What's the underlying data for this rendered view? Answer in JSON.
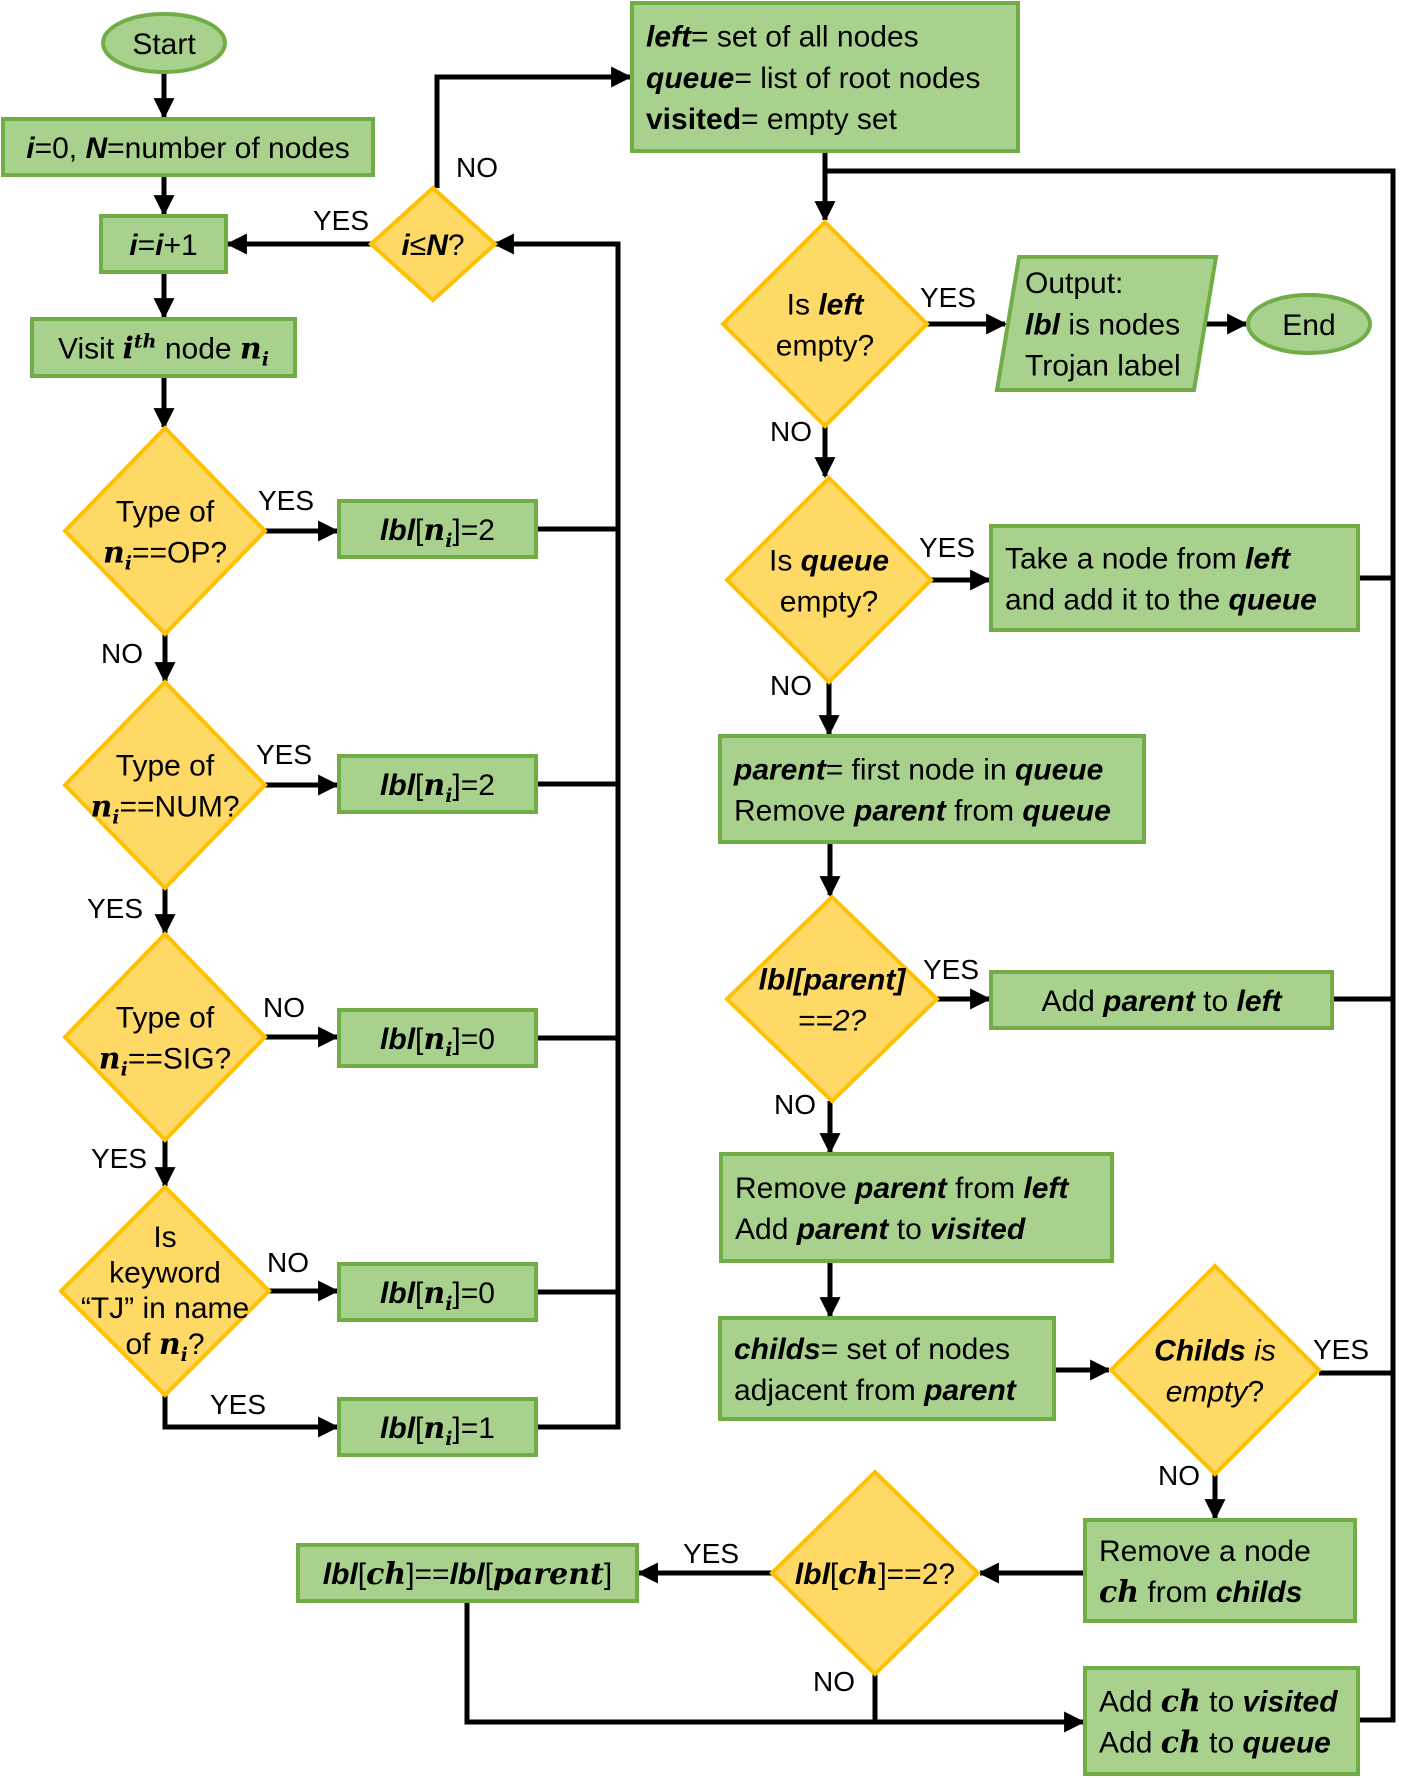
{
  "colors": {
    "process_fill": "#a9d18e",
    "process_stroke": "#70ad47",
    "decision_fill": "#ffd966",
    "decision_stroke": "#ffc000",
    "terminal_fill": "#a9d18e",
    "line": "#000000"
  },
  "labels": {
    "yes": "YES",
    "no": "NO"
  },
  "nodes": {
    "start": {
      "text": "Start"
    },
    "end": {
      "text": "End"
    },
    "init": {
      "runs": [
        [
          {
            "t": "i",
            "s": "bi"
          },
          {
            "t": "=0, "
          },
          {
            "t": "N",
            "s": "bi"
          },
          {
            "t": "=number of nodes"
          }
        ]
      ]
    },
    "inc": {
      "runs": [
        [
          {
            "t": "i",
            "s": "bi"
          },
          {
            "t": "="
          },
          {
            "t": "i",
            "s": "bi"
          },
          {
            "t": "+1"
          }
        ]
      ]
    },
    "visit": {
      "runs": [
        [
          {
            "t": "Visit "
          },
          {
            "t": "i",
            "s": "m"
          },
          {
            "t": "th",
            "s": "msup"
          },
          {
            "t": " node "
          },
          {
            "t": "n",
            "s": "m"
          },
          {
            "t": "i",
            "s": "msub"
          }
        ]
      ]
    },
    "cond_i": {
      "runs": [
        [
          {
            "t": "i",
            "s": "bi"
          },
          {
            "t": "≤"
          },
          {
            "t": "N",
            "s": "bi"
          },
          {
            "t": "?"
          }
        ]
      ]
    },
    "type_op": {
      "runs": [
        [
          {
            "t": "Type of"
          }
        ],
        [
          {
            "t": "n",
            "s": "m"
          },
          {
            "t": "i",
            "s": "msub"
          },
          {
            "t": "==OP?"
          }
        ]
      ]
    },
    "type_num": {
      "runs": [
        [
          {
            "t": "Type of"
          }
        ],
        [
          {
            "t": "n",
            "s": "m"
          },
          {
            "t": "i",
            "s": "msub"
          },
          {
            "t": "==NUM?"
          }
        ]
      ]
    },
    "type_sig": {
      "runs": [
        [
          {
            "t": "Type of"
          }
        ],
        [
          {
            "t": "n",
            "s": "m"
          },
          {
            "t": "i",
            "s": "msub"
          },
          {
            "t": "==SIG?"
          }
        ]
      ]
    },
    "keyword": {
      "runs": [
        [
          {
            "t": "Is"
          }
        ],
        [
          {
            "t": "keyword"
          }
        ],
        [
          {
            "t": "“TJ” in name"
          }
        ],
        [
          {
            "t": "of "
          },
          {
            "t": "n",
            "s": "m"
          },
          {
            "t": "i",
            "s": "msub"
          },
          {
            "t": "?"
          }
        ]
      ]
    },
    "lbl_op": {
      "runs": [
        [
          {
            "t": "lbl",
            "s": "bi"
          },
          {
            "t": "["
          },
          {
            "t": "n",
            "s": "m"
          },
          {
            "t": "i",
            "s": "msub"
          },
          {
            "t": "]=2"
          }
        ]
      ]
    },
    "lbl_num": {
      "runs": [
        [
          {
            "t": "lbl",
            "s": "bi"
          },
          {
            "t": "["
          },
          {
            "t": "n",
            "s": "m"
          },
          {
            "t": "i",
            "s": "msub"
          },
          {
            "t": "]=2"
          }
        ]
      ]
    },
    "lbl_sig": {
      "runs": [
        [
          {
            "t": "lbl",
            "s": "bi"
          },
          {
            "t": "["
          },
          {
            "t": "n",
            "s": "m"
          },
          {
            "t": "i",
            "s": "msub"
          },
          {
            "t": "]=0"
          }
        ]
      ]
    },
    "lbl_kw_no": {
      "runs": [
        [
          {
            "t": "lbl",
            "s": "bi"
          },
          {
            "t": "["
          },
          {
            "t": "n",
            "s": "m"
          },
          {
            "t": "i",
            "s": "msub"
          },
          {
            "t": "]=0"
          }
        ]
      ]
    },
    "lbl_kw_yes": {
      "runs": [
        [
          {
            "t": "lbl",
            "s": "bi"
          },
          {
            "t": "["
          },
          {
            "t": "n",
            "s": "m"
          },
          {
            "t": "i",
            "s": "msub"
          },
          {
            "t": "]=1"
          }
        ]
      ]
    },
    "init2": {
      "runs": [
        [
          {
            "t": "left",
            "s": "bi"
          },
          {
            "t": "= set of all nodes"
          }
        ],
        [
          {
            "t": "queue",
            "s": "bi"
          },
          {
            "t": "= list of root nodes"
          }
        ],
        [
          {
            "t": "visited",
            "s": "b"
          },
          {
            "t": "= empty set"
          }
        ]
      ]
    },
    "left_empty": {
      "runs": [
        [
          {
            "t": "Is "
          },
          {
            "t": "left",
            "s": "bi"
          }
        ],
        [
          {
            "t": "empty?"
          }
        ]
      ]
    },
    "output": {
      "runs": [
        [
          {
            "t": "Output:"
          }
        ],
        [
          {
            "t": "lbl",
            "s": "bi"
          },
          {
            "t": " is nodes"
          }
        ],
        [
          {
            "t": "Trojan label"
          }
        ]
      ]
    },
    "queue_empty": {
      "runs": [
        [
          {
            "t": "Is "
          },
          {
            "t": "queue",
            "s": "bi"
          }
        ],
        [
          {
            "t": "empty?"
          }
        ]
      ]
    },
    "take": {
      "runs": [
        [
          {
            "t": "Take a node from "
          },
          {
            "t": "left",
            "s": "bi"
          }
        ],
        [
          {
            "t": "and add it to the "
          },
          {
            "t": "queue",
            "s": "bi"
          }
        ]
      ]
    },
    "parent": {
      "runs": [
        [
          {
            "t": "parent",
            "s": "bi"
          },
          {
            "t": "= first node in "
          },
          {
            "t": "queue",
            "s": "bi"
          }
        ],
        [
          {
            "t": "Remove "
          },
          {
            "t": "parent",
            "s": "bi"
          },
          {
            "t": " from "
          },
          {
            "t": "queue",
            "s": "bi"
          }
        ]
      ]
    },
    "lbl_parent": {
      "runs": [
        [
          {
            "t": "lbl[parent]",
            "s": "bi"
          }
        ],
        [
          {
            "t": "==2?",
            "s": "i"
          }
        ]
      ]
    },
    "add_parent": {
      "runs": [
        [
          {
            "t": "Add "
          },
          {
            "t": "parent",
            "s": "bi"
          },
          {
            "t": " to "
          },
          {
            "t": "left",
            "s": "bi"
          }
        ]
      ]
    },
    "remove_parent": {
      "runs": [
        [
          {
            "t": "Remove "
          },
          {
            "t": "parent",
            "s": "bi"
          },
          {
            "t": " from "
          },
          {
            "t": "left",
            "s": "bi"
          }
        ],
        [
          {
            "t": "Add "
          },
          {
            "t": "parent",
            "s": "bi"
          },
          {
            "t": " to "
          },
          {
            "t": "visited",
            "s": "bi"
          }
        ]
      ]
    },
    "childs": {
      "runs": [
        [
          {
            "t": "childs",
            "s": "bi"
          },
          {
            "t": "= set of nodes"
          }
        ],
        [
          {
            "t": "adjacent from "
          },
          {
            "t": "parent",
            "s": "bi"
          }
        ]
      ]
    },
    "childs_empty": {
      "runs": [
        [
          {
            "t": "Childs",
            "s": "bi"
          },
          {
            "t": " is",
            "s": "i"
          }
        ],
        [
          {
            "t": "empty",
            "s": "i"
          },
          {
            "t": "?"
          }
        ]
      ]
    },
    "remove_ch": {
      "runs": [
        [
          {
            "t": "Remove a node"
          }
        ],
        [
          {
            "t": "ch",
            "s": "m"
          },
          {
            "t": " from "
          },
          {
            "t": "childs",
            "s": "bi"
          }
        ]
      ]
    },
    "lbl_ch": {
      "runs": [
        [
          {
            "t": "lbl",
            "s": "bi"
          },
          {
            "t": "["
          },
          {
            "t": "ch",
            "s": "m"
          },
          {
            "t": "]==2?"
          }
        ]
      ]
    },
    "assign_ch": {
      "runs": [
        [
          {
            "t": "lbl",
            "s": "bi"
          },
          {
            "t": "["
          },
          {
            "t": "ch",
            "s": "m"
          },
          {
            "t": "]=="
          },
          {
            "t": "lbl",
            "s": "bi"
          },
          {
            "t": "["
          },
          {
            "t": "parent",
            "s": "m"
          },
          {
            "t": "]"
          }
        ]
      ]
    },
    "add_ch": {
      "runs": [
        [
          {
            "t": "Add "
          },
          {
            "t": "ch",
            "s": "m"
          },
          {
            "t": " to "
          },
          {
            "t": "visited",
            "s": "bi"
          }
        ],
        [
          {
            "t": "Add "
          },
          {
            "t": "ch",
            "s": "m"
          },
          {
            "t": " to "
          },
          {
            "t": "queue",
            "s": "bi"
          }
        ]
      ]
    }
  }
}
